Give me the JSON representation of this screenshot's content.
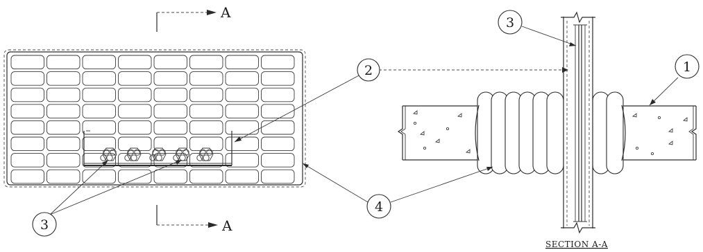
{
  "callouts": {
    "c1": "1",
    "c2": "2",
    "c3_left": "3",
    "c3_right": "3",
    "c4": "4"
  },
  "section_marks": {
    "top": "A",
    "bottom": "A"
  },
  "caption": "SECTION A-A"
}
